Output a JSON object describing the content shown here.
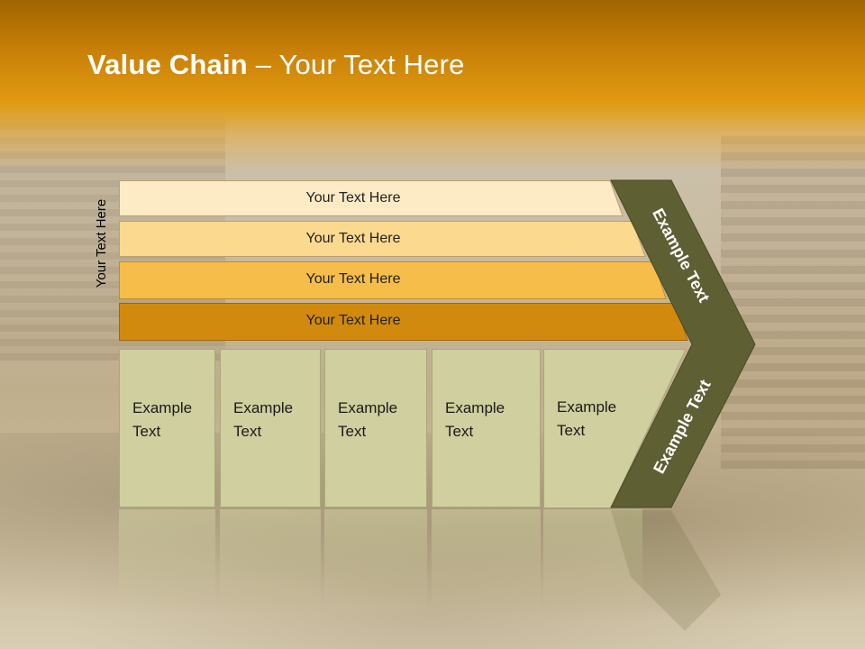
{
  "slide": {
    "title_bold": "Value Chain",
    "title_rest": " – Your Text Here",
    "side_label": "Your Text Here",
    "bars": [
      {
        "label": "Your Text Here",
        "color": "#fdebc6"
      },
      {
        "label": "Your Text Here",
        "color": "#fbd98e"
      },
      {
        "label": "Your Text Here",
        "color": "#f6bd4a"
      },
      {
        "label": "Your Text Here",
        "color": "#d18a0e"
      }
    ],
    "boxes": [
      {
        "line1": "Example",
        "line2": "Text"
      },
      {
        "line1": "Example",
        "line2": "Text"
      },
      {
        "line1": "Example",
        "line2": "Text"
      },
      {
        "line1": "Example",
        "line2": "Text"
      },
      {
        "line1": "Example",
        "line2": "Text"
      }
    ],
    "chevron_top_label": "Example Text",
    "chevron_bottom_label": "Example Text",
    "colors": {
      "box_fill": "#cfcf9f",
      "chevron_fill": "#5f5f34",
      "header": "#e19a10"
    }
  }
}
